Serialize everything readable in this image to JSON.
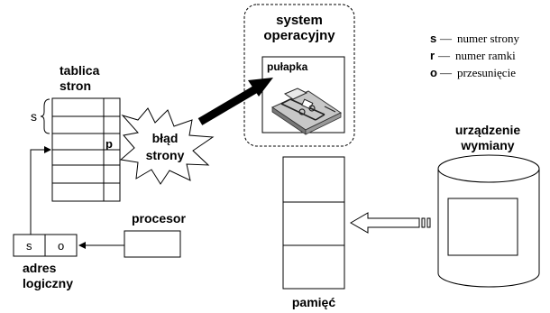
{
  "system": {
    "title_line1": "system",
    "title_line2": "operacyjny",
    "trap_label": "pułapka"
  },
  "page_table": {
    "title_line1": "tablica",
    "title_line2": "stron",
    "s_marker": "s",
    "p_marker": "p"
  },
  "page_fault": {
    "line1": "błąd",
    "line2": "strony"
  },
  "processor": {
    "label": "procesor"
  },
  "logical_address": {
    "s_field": "s",
    "o_field": "o",
    "label_line1": "adres",
    "label_line2": "logiczny"
  },
  "memory": {
    "label": "pamięć"
  },
  "swap_device": {
    "label_line1": "urządzenie",
    "label_line2": "wymiany"
  },
  "legend": [
    {
      "key": "s",
      "dash": "—",
      "text": "numer strony"
    },
    {
      "key": "r",
      "dash": "—",
      "text": "numer ramki"
    },
    {
      "key": "o",
      "dash": "—",
      "text": "przesunięcie"
    }
  ]
}
